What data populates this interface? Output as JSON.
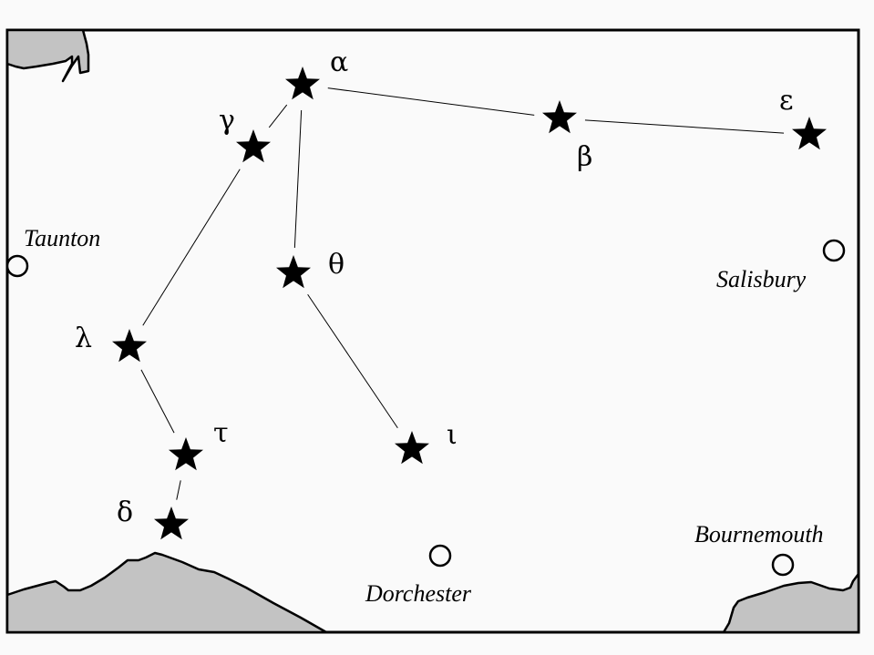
{
  "map": {
    "colors": {
      "land": "#c3c3c3",
      "background": "#fafafa",
      "ink": "#000000"
    }
  },
  "stars": [
    {
      "id": "alpha",
      "label": "α"
    },
    {
      "id": "beta",
      "label": "β"
    },
    {
      "id": "gamma",
      "label": "γ"
    },
    {
      "id": "delta",
      "label": "δ"
    },
    {
      "id": "epsilon",
      "label": "ε"
    },
    {
      "id": "theta",
      "label": "θ"
    },
    {
      "id": "iota",
      "label": "ι"
    },
    {
      "id": "lambda",
      "label": "λ"
    },
    {
      "id": "tau",
      "label": "τ"
    }
  ],
  "connections": [
    [
      "alpha",
      "beta"
    ],
    [
      "beta",
      "epsilon"
    ],
    [
      "alpha",
      "gamma"
    ],
    [
      "gamma",
      "lambda"
    ],
    [
      "lambda",
      "tau"
    ],
    [
      "tau",
      "delta"
    ],
    [
      "alpha",
      "theta"
    ],
    [
      "theta",
      "iota"
    ]
  ],
  "towns": [
    {
      "id": "taunton",
      "name": "Taunton"
    },
    {
      "id": "salisbury",
      "name": "Salisbury"
    },
    {
      "id": "dorchester",
      "name": "Dorchester"
    },
    {
      "id": "bournemouth",
      "name": "Bournemouth"
    }
  ]
}
